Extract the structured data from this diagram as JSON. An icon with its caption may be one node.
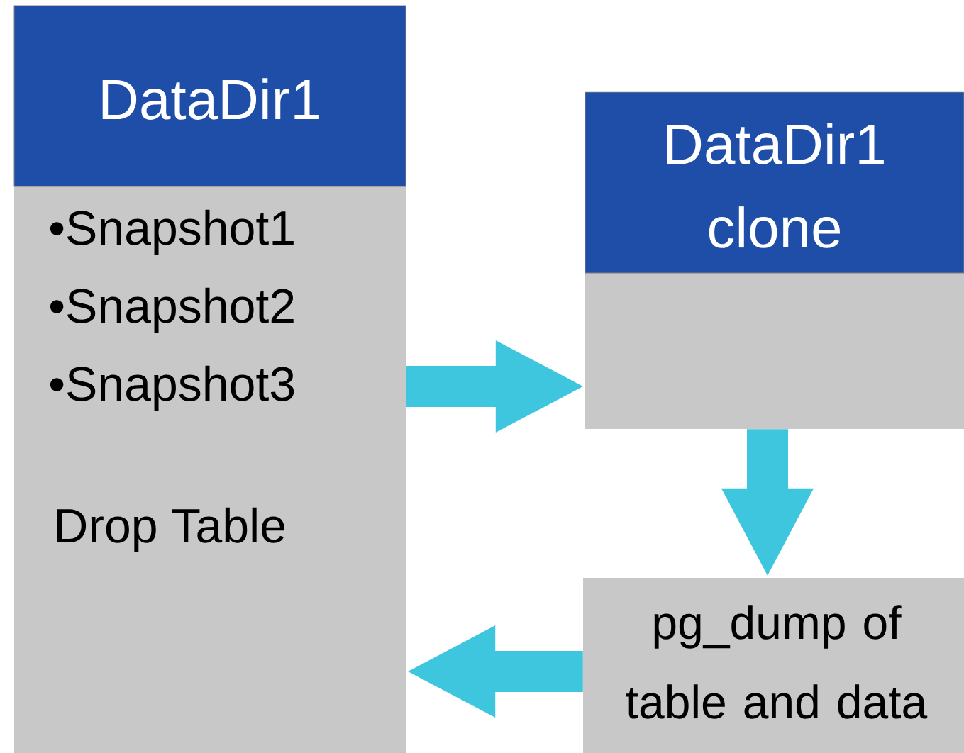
{
  "diagram": {
    "nodes": [
      {
        "text": [
          "DataDir1",
          "•Snapshot1",
          "•Snapshot2",
          "•Snapshot3",
          "Drop Table"
        ]
      },
      {
        "text": [
          "DataDir1 clone"
        ]
      },
      {
        "text": [
          "pg_dump of table and data"
        ]
      }
    ],
    "edges": [
      {
        "from": 0,
        "to": 1,
        "arrow": "to"
      },
      {
        "from": 1,
        "to": 2,
        "arrow": "to"
      },
      {
        "from": 2,
        "to": 0,
        "arrow": "to"
      }
    ]
  }
}
